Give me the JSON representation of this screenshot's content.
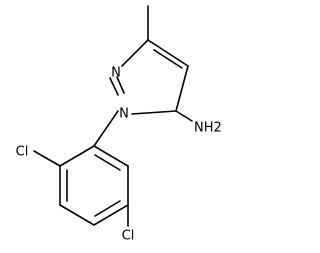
{
  "molecule": {
    "atoms": {
      "n2": "N",
      "n1": "N",
      "nh2": "NH2",
      "cl_left": "Cl",
      "cl_right": "Cl"
    },
    "colors": {
      "bond": "#000000",
      "text": "#000000",
      "background": "#ffffff"
    }
  }
}
